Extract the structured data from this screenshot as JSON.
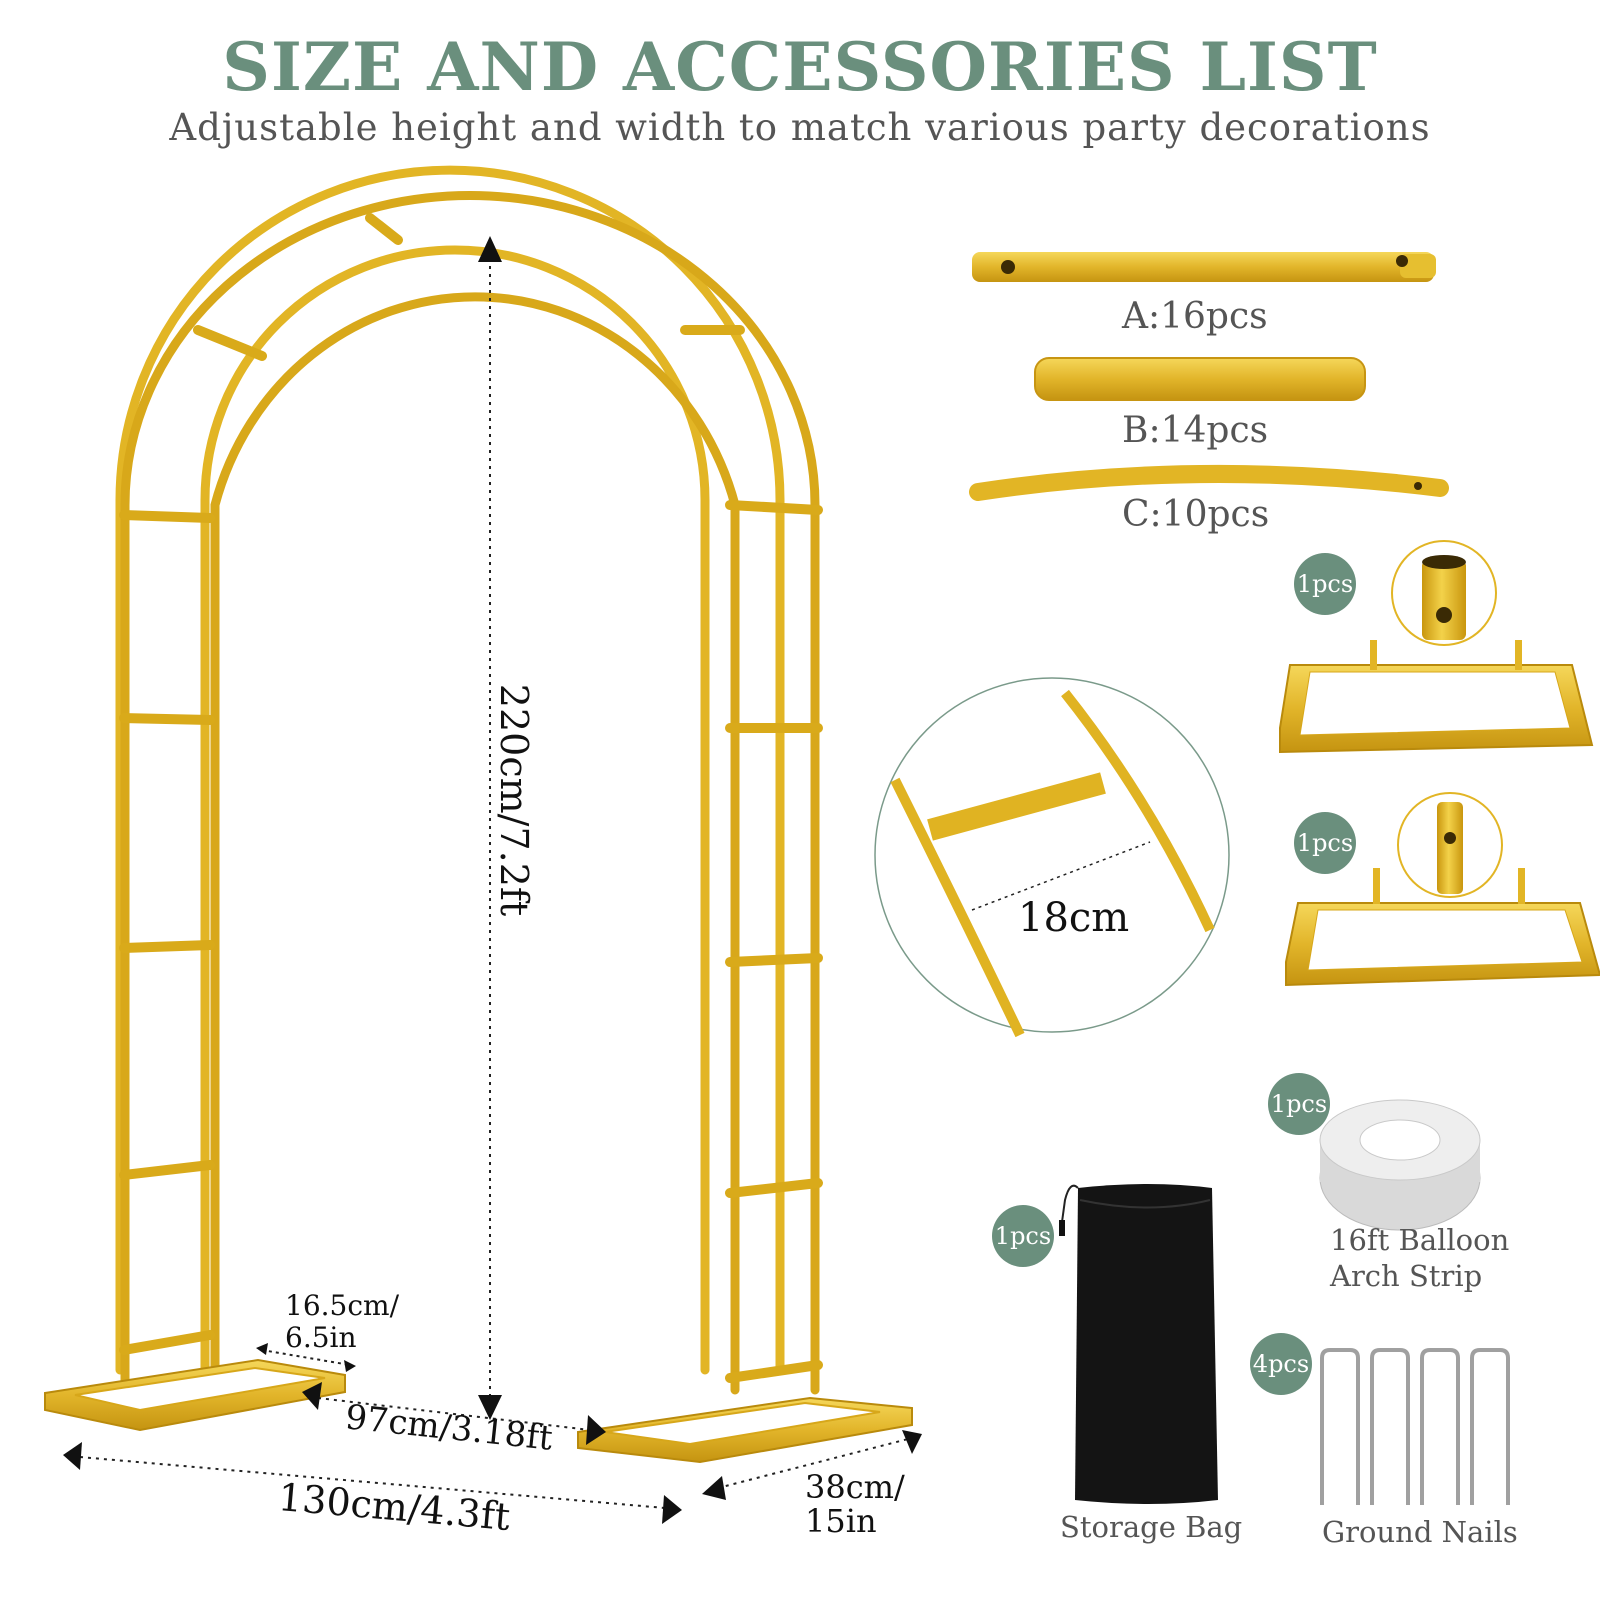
{
  "header": {
    "title": "SIZE AND ACCESSORIES LIST",
    "subtitle": "Adjustable height and width to match various party decorations"
  },
  "dimensions": {
    "height": "220cm/7.2ft",
    "inner_width": "97cm/3.18ft",
    "outer_width": "130cm/4.3ft",
    "base_depth_line1": "38cm/",
    "base_depth_line2": "15in",
    "base_width_line1": "16.5cm/",
    "base_width_line2": "6.5in",
    "rung_spacing": "18cm"
  },
  "parts": [
    {
      "label": "A:16pcs"
    },
    {
      "label": "B:14pcs"
    },
    {
      "label": "C:10pcs"
    }
  ],
  "bases": [
    {
      "qty": "1pcs"
    },
    {
      "qty": "1pcs"
    }
  ],
  "accessories": {
    "strip": {
      "qty": "1pcs",
      "line1": "16ft Balloon",
      "line2": "Arch Strip"
    },
    "bag": {
      "qty": "1pcs",
      "label": "Storage Bag"
    },
    "nails": {
      "qty": "4pcs",
      "label": "Ground Nails"
    }
  },
  "colors": {
    "accent": "#6a8f7d",
    "gold": "#e8c02a",
    "gold_dark": "#c99a10"
  }
}
